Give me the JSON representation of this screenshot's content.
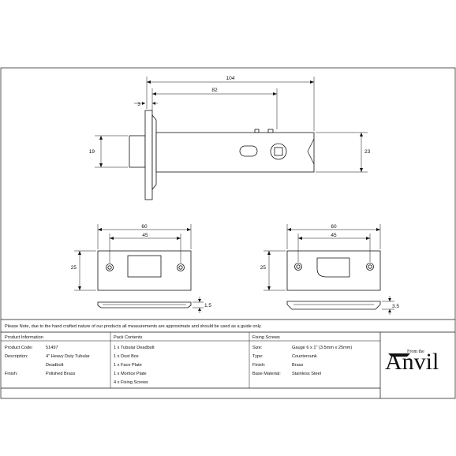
{
  "dimensions": {
    "overall_length": "104",
    "case_length": "82",
    "face_thickness": "3",
    "bolt_height": "19",
    "case_height": "23",
    "face_plate_width": "60",
    "face_plate_hole_spacing": "45",
    "face_plate_height": "25",
    "face_plate_thickness": "1.5",
    "mortice_plate_width": "60",
    "mortice_plate_hole_spacing": "45",
    "mortice_plate_height": "25",
    "mortice_plate_thickness": "3.5"
  },
  "note": "Please Note, due to the hand crafted nature of our products all measurements are approximate and should be used as a guide only.",
  "product_info": {
    "header": "Product Information",
    "rows": [
      {
        "label": "Product Code:",
        "value": "51497"
      },
      {
        "label": "Description:",
        "value": "4\" Heavy Duty Tubular"
      },
      {
        "label": "",
        "value": "Deadbolt"
      },
      {
        "label": "Finish:",
        "value": "Polished Brass"
      }
    ]
  },
  "pack_contents": {
    "header": "Pack Contents",
    "items": [
      "1 x Tubular Deadbolt",
      "1 x Dust Box",
      "1 x Face Plate",
      "1 x Mortice Plate",
      "4 x Fixing Screws"
    ]
  },
  "fixing_screws": {
    "header": "Fixing Screws",
    "rows": [
      {
        "label": "Size:",
        "value": "Gauge 6 x 1\" (3.5mm x 25mm)"
      },
      {
        "label": "Type:",
        "value": "Countersunk"
      },
      {
        "label": "Finish:",
        "value": "Brass"
      },
      {
        "label": "Base Material:",
        "value": "Stainless Steel"
      }
    ]
  },
  "brand": {
    "small": "From the",
    "name": "Anvil"
  }
}
